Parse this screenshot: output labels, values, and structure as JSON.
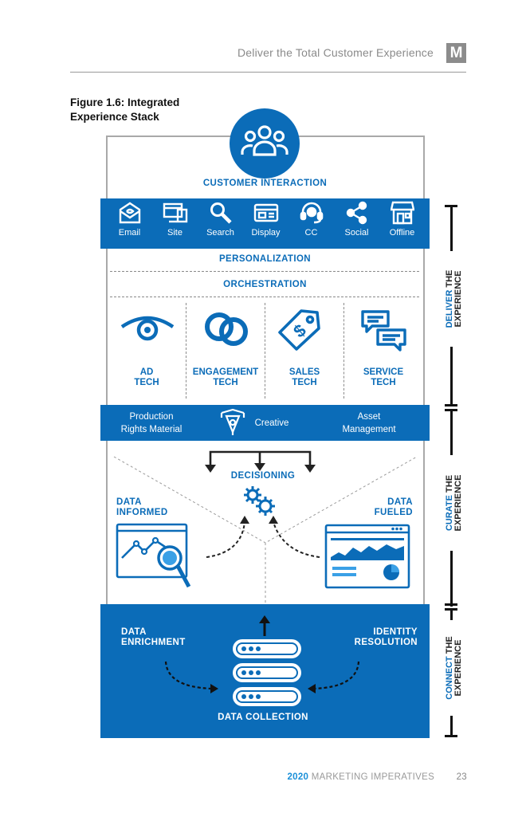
{
  "header": {
    "title": "Deliver the Total Customer Experience",
    "logo_letter": "M"
  },
  "figure": {
    "title_line1": "Figure 1.6: Integrated",
    "title_line2": "Experience Stack"
  },
  "customer_interaction": "CUSTOMER INTERACTION",
  "channels": [
    {
      "label": "Email",
      "icon": "email-icon"
    },
    {
      "label": "Site",
      "icon": "site-icon"
    },
    {
      "label": "Search",
      "icon": "search-icon"
    },
    {
      "label": "Display",
      "icon": "display-icon"
    },
    {
      "label": "CC",
      "icon": "headset-icon"
    },
    {
      "label": "Social",
      "icon": "share-icon"
    },
    {
      "label": "Offline",
      "icon": "store-icon"
    }
  ],
  "personalization": "PERSONALIZATION",
  "orchestration": "ORCHESTRATION",
  "techs": [
    {
      "line1": "AD",
      "line2": "TECH",
      "icon": "eye-icon"
    },
    {
      "line1": "ENGAGEMENT",
      "line2": "TECH",
      "icon": "chain-link-icon"
    },
    {
      "line1": "SALES",
      "line2": "TECH",
      "icon": "price-tag-icon"
    },
    {
      "line1": "SERVICE",
      "line2": "TECH",
      "icon": "chat-bubbles-icon"
    }
  ],
  "creative_band": {
    "left_line1": "Production",
    "left_line2": "Rights Material",
    "center": "Creative",
    "right_line1": "Asset",
    "right_line2": "Management"
  },
  "decisioning": "DECISIONING",
  "data_informed": {
    "line1": "DATA",
    "line2": "INFORMED"
  },
  "data_fueled": {
    "line1": "DATA",
    "line2": "FUELED"
  },
  "data_enrichment": {
    "line1": "DATA",
    "line2": "ENRICHMENT"
  },
  "identity_resolution": {
    "line1": "IDENTITY",
    "line2": "RESOLUTION"
  },
  "data_collection": "DATA COLLECTION",
  "side_labels": {
    "deliver": {
      "accent": "DELIVER",
      "rest1": "THE",
      "rest2": "EXPERIENCE"
    },
    "curate": {
      "accent": "CURATE",
      "rest1": "THE",
      "rest2": "EXPERIENCE"
    },
    "connect": {
      "accent": "CONNECT",
      "rest1": "THE",
      "rest2": "EXPERIENCE"
    }
  },
  "footer": {
    "year": "2020",
    "text": "MARKETING IMPERATIVES",
    "page": "23"
  },
  "colors": {
    "accent": "#0b6cb8",
    "frame": "#a9a9a9"
  }
}
